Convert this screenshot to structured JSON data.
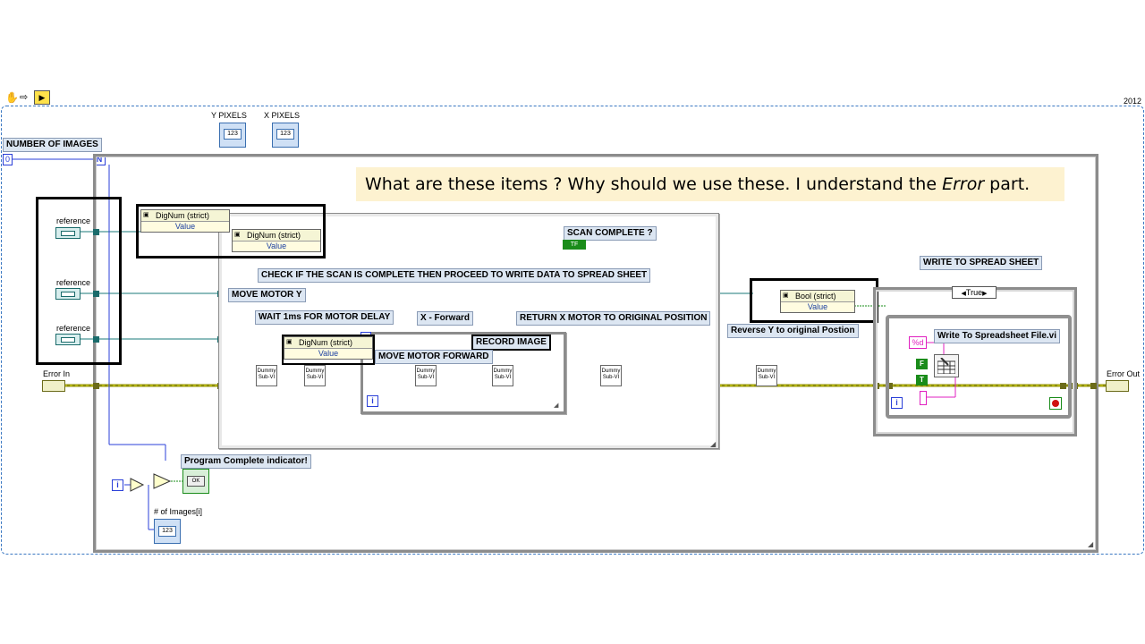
{
  "toolbar": {
    "year_label": "2012"
  },
  "labels": {
    "number_of_images": "NUMBER OF IMAGES",
    "n_terminal": "N",
    "n_const": "0",
    "y_pixels": "Y PIXELS",
    "x_pixels": "X PIXELS",
    "numeric_glyph": "123",
    "reference_1": "reference",
    "reference_2": "reference",
    "reference_3": "reference",
    "error_in": "Error In",
    "error_out": "Error Out",
    "scan_complete": "SCAN COMPLETE ?",
    "check_scan": "CHECK IF THE SCAN IS COMPLETE THEN PROCEED TO WRITE DATA TO SPREAD SHEET",
    "move_motor_y": "MOVE MOTOR Y",
    "wait_1ms": "WAIT 1ms FOR MOTOR DELAY",
    "x_forward": "X - Forward",
    "return_x": "RETURN X MOTOR TO ORIGINAL POSITION",
    "record_image": "RECORD IMAGE",
    "move_motor_forward": "MOVE MOTOR FORWARD",
    "write_to_spread_sheet": "WRITE TO SPREAD SHEET",
    "reverse_y": "Reverse Y to original Postion",
    "case_selector": "True",
    "write_spreadsheet_vi": "Write To Spreadsheet File.vi",
    "format_const": "%d",
    "false_const": "F",
    "true_const": "T",
    "program_complete": "Program Complete indicator!",
    "ok_button": "OK",
    "num_images_i": "# of Images[i]",
    "iter_i": "i",
    "iter_i_2": "i",
    "iter_i_3": "i",
    "tf_glyph": "TF"
  },
  "property_nodes": {
    "dignum_1_title": "DigNum (strict)",
    "dignum_1_value": "Value",
    "dignum_2_title": "DigNum (strict)",
    "dignum_2_value": "Value",
    "dignum_3_title": "DigNum (strict)",
    "dignum_3_value": "Value",
    "bool_title": "Bool (strict)",
    "bool_value": "Value"
  },
  "subvis": [
    {
      "line1": "Dummy",
      "line2": "Sub-VI"
    },
    {
      "line1": "Dummy",
      "line2": "Sub-VI"
    },
    {
      "line1": "Dummy",
      "line2": "Sub-VI"
    },
    {
      "line1": "Dummy",
      "line2": "Sub-VI"
    },
    {
      "line1": "Dummy",
      "line2": "Sub-VI"
    },
    {
      "line1": "Dummy",
      "line2": "Sub-VI"
    }
  ],
  "callout": {
    "prefix": "What are these items ? Why should we use these. I understand the ",
    "emphasis": "Error",
    "suffix": " part."
  },
  "colors": {
    "error_wire": "#8c8c00",
    "ref_wire": "#1a7a7a",
    "numeric_wire": "#2a3fd8",
    "bool_wire": "#1a8c1a",
    "string_wire": "#e020c0",
    "callout_bg": "#fdf2d0"
  }
}
